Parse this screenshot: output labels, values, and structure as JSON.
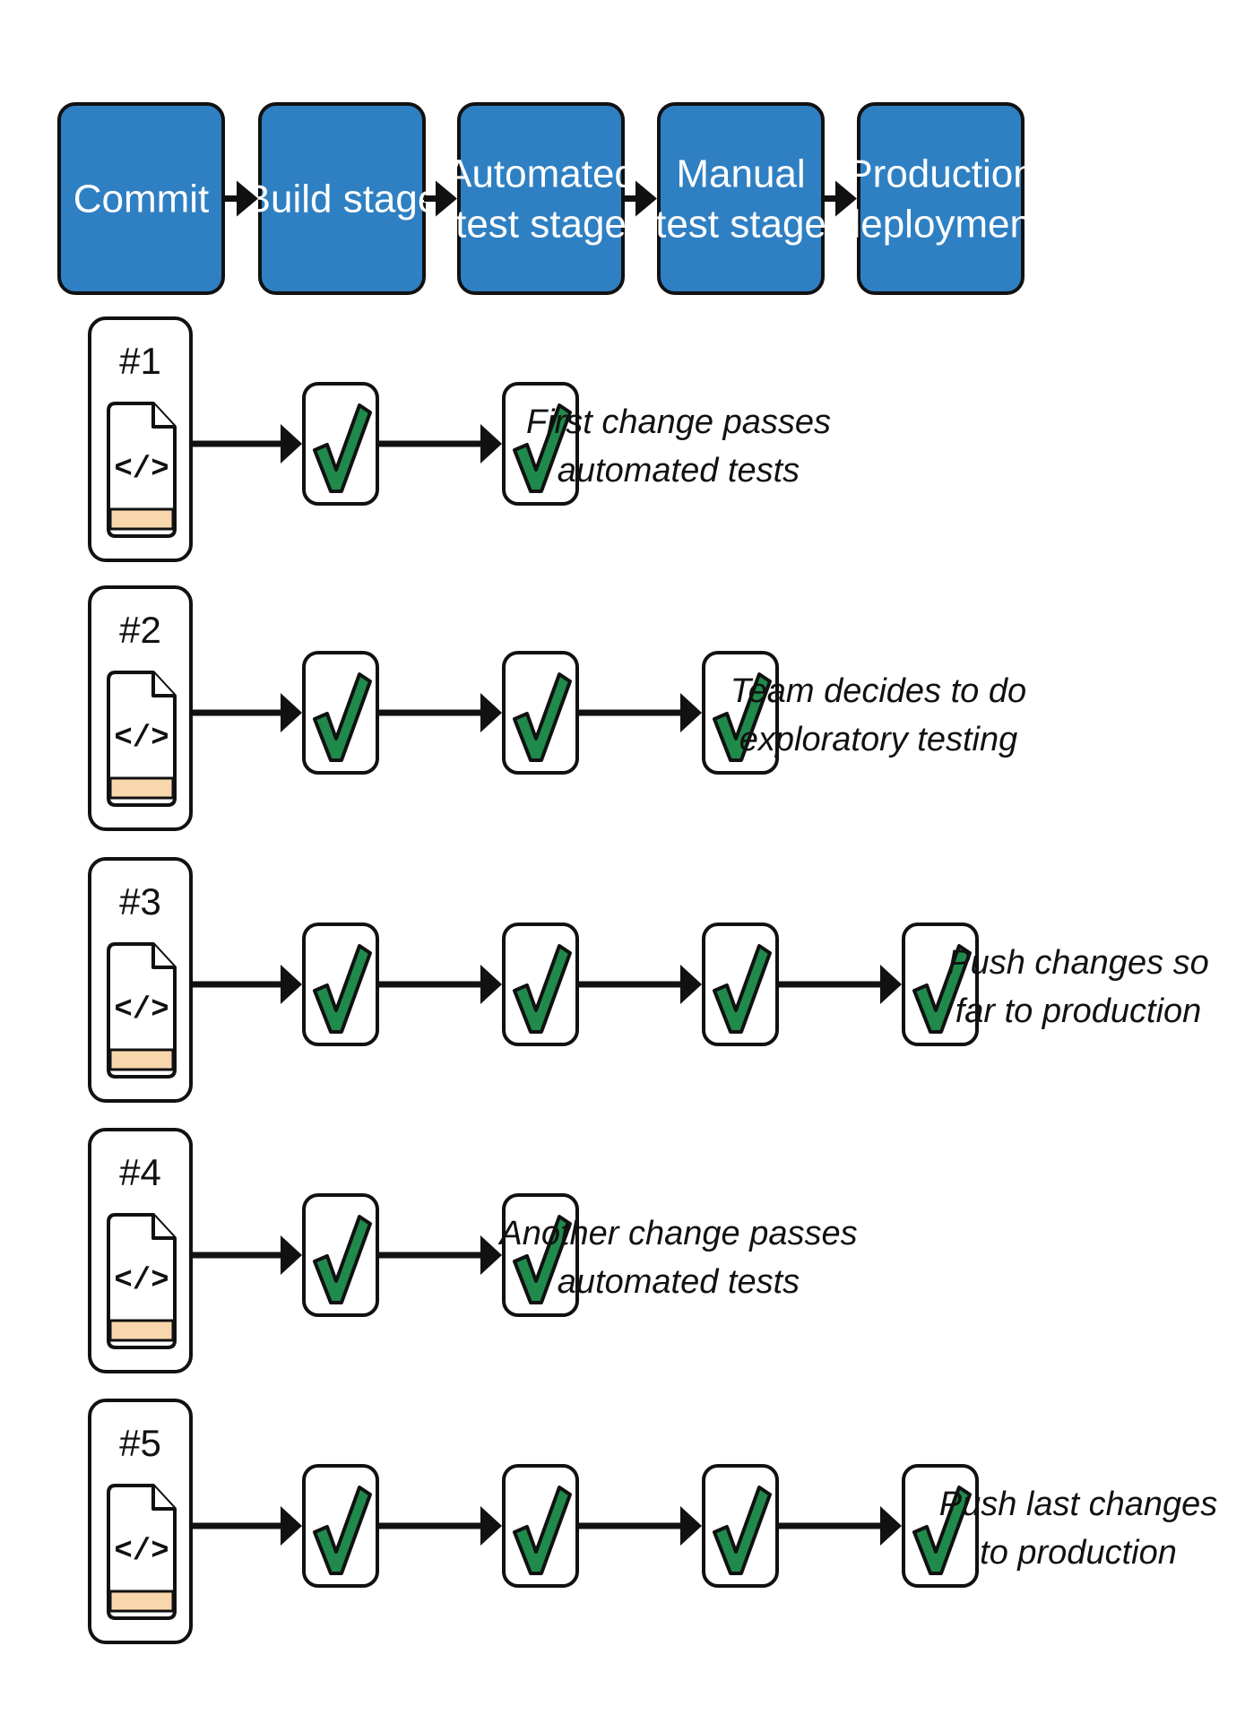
{
  "pipeline": {
    "stages": [
      {
        "lines": [
          "Commit"
        ]
      },
      {
        "lines": [
          "Build stage"
        ]
      },
      {
        "lines": [
          "Automated",
          "test stage"
        ]
      },
      {
        "lines": [
          "Manual",
          "test stage"
        ]
      },
      {
        "lines": [
          "Production",
          "deployment"
        ]
      }
    ]
  },
  "commits": [
    {
      "label": "#1",
      "stages_passed": 2,
      "note": [
        "First change passes",
        "automated tests"
      ]
    },
    {
      "label": "#2",
      "stages_passed": 3,
      "note": [
        "Team decides to do",
        "exploratory testing"
      ]
    },
    {
      "label": "#3",
      "stages_passed": 4,
      "note": [
        "Push changes so",
        "far to production"
      ]
    },
    {
      "label": "#4",
      "stages_passed": 2,
      "note": [
        "Another change passes",
        "automated tests"
      ]
    },
    {
      "label": "#5",
      "stages_passed": 4,
      "note": [
        "Push last changes",
        "to production"
      ]
    }
  ],
  "icons": {
    "file": "code-file-icon",
    "code_glyph": "</>",
    "check": "checkmark-icon"
  },
  "colors": {
    "stage_fill": "#2f80c3",
    "check_fill": "#1f8a4b",
    "file_band": "#f8d7ad"
  }
}
